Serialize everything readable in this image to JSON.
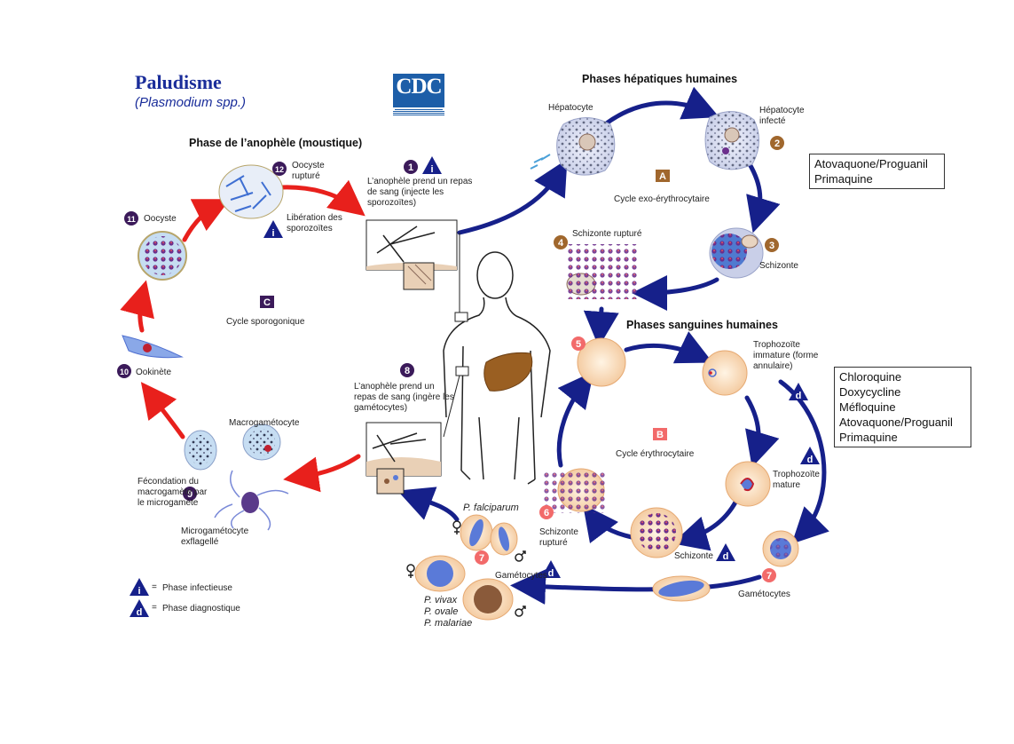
{
  "header": {
    "title": "Paludisme",
    "subtitle": "(Plasmodium spp.)",
    "logo": "CDC"
  },
  "sections": {
    "hepatic": "Phases hépatiques humaines",
    "blood": "Phases sanguines humaines",
    "mosquito": "Phase de l’anophèle (moustique)"
  },
  "cycles": {
    "A": {
      "letter": "A",
      "label": "Cycle exo-érythrocytaire"
    },
    "B": {
      "letter": "B",
      "label": "Cycle érythrocytaire"
    },
    "C": {
      "letter": "C",
      "label": "Cycle sporogonique"
    }
  },
  "stages": {
    "hepatocyte": "Hépatocyte",
    "hepatocyte_infected_1": "Hépatocyte",
    "hepatocyte_infected_2": "infecté",
    "schizont_liver": "Schizonte",
    "schizont_ruptured_liver": "Schizonte rupturé",
    "troph_imm_1": "Trophozoïte",
    "troph_imm_2": "immature (forme",
    "troph_imm_3": "annulaire)",
    "troph_mature_1": "Trophozoïte",
    "troph_mature_2": "mature",
    "schizont_blood": "Schizonte",
    "schizont_rupt_blood_1": "Schizonte",
    "schizont_rupt_blood_2": "rupturé",
    "gametocytes_right": "Gamétocytes",
    "gametocytes_left": "Gamétocytes",
    "p_falciparum": "P. falciparum",
    "p_vivax": "P. vivax",
    "p_ovale": "P. ovale",
    "p_malariae": "P. malariae",
    "bite1_1": "L’anophèle prend un repas",
    "bite1_2": "de sang (injecte les",
    "bite1_3": "sporozoïtes)",
    "bite8_1": "L’anophèle prend un",
    "bite8_2": "repas de sang (ingère les",
    "bite8_3": "gamétocytes)",
    "oocyst_rupt_1": "Oocyste",
    "oocyst_rupt_2": "rupturé",
    "spz_release_1": "Libération des",
    "spz_release_2": "sporozoïtes",
    "oocyst": "Oocyste",
    "ookinete": "Ookinète",
    "macrogametocyte": "Macrogamétocyte",
    "fert_1": "Fécondation du",
    "fert_2": "macrogamète par",
    "fert_3": "le microgamète",
    "microgam_1": "Microgamétocyte",
    "microgam_2": "exflagellé"
  },
  "step_numbers": {
    "n1": "1",
    "n2": "2",
    "n3": "3",
    "n4": "4",
    "n5": "5",
    "n6": "6",
    "n7a": "7",
    "n7b": "7",
    "n8": "8",
    "n9": "9",
    "n10": "10",
    "n11": "11",
    "n12": "12"
  },
  "markers": {
    "infectious": "i",
    "diagnostic": "d"
  },
  "legend": {
    "eq": "=",
    "infectious": "Phase infectieuse",
    "diagnostic": "Phase diagnostique"
  },
  "drug_boxes": {
    "liver": [
      "Atovaquone/Proguanil",
      "Primaquine"
    ],
    "blood": [
      "Chloroquine",
      "Doxycycline",
      "Méfloquine",
      "Atovaquone/Proguanil",
      "Primaquine"
    ]
  },
  "colors": {
    "blue_arrow": "#16208a",
    "red_arrow": "#e8201c",
    "title_blue": "#1a2d9a",
    "liver_badge": "#a0672d",
    "blood_badge": "#f26a6a",
    "mosquito_badge": "#3b1a5a"
  }
}
